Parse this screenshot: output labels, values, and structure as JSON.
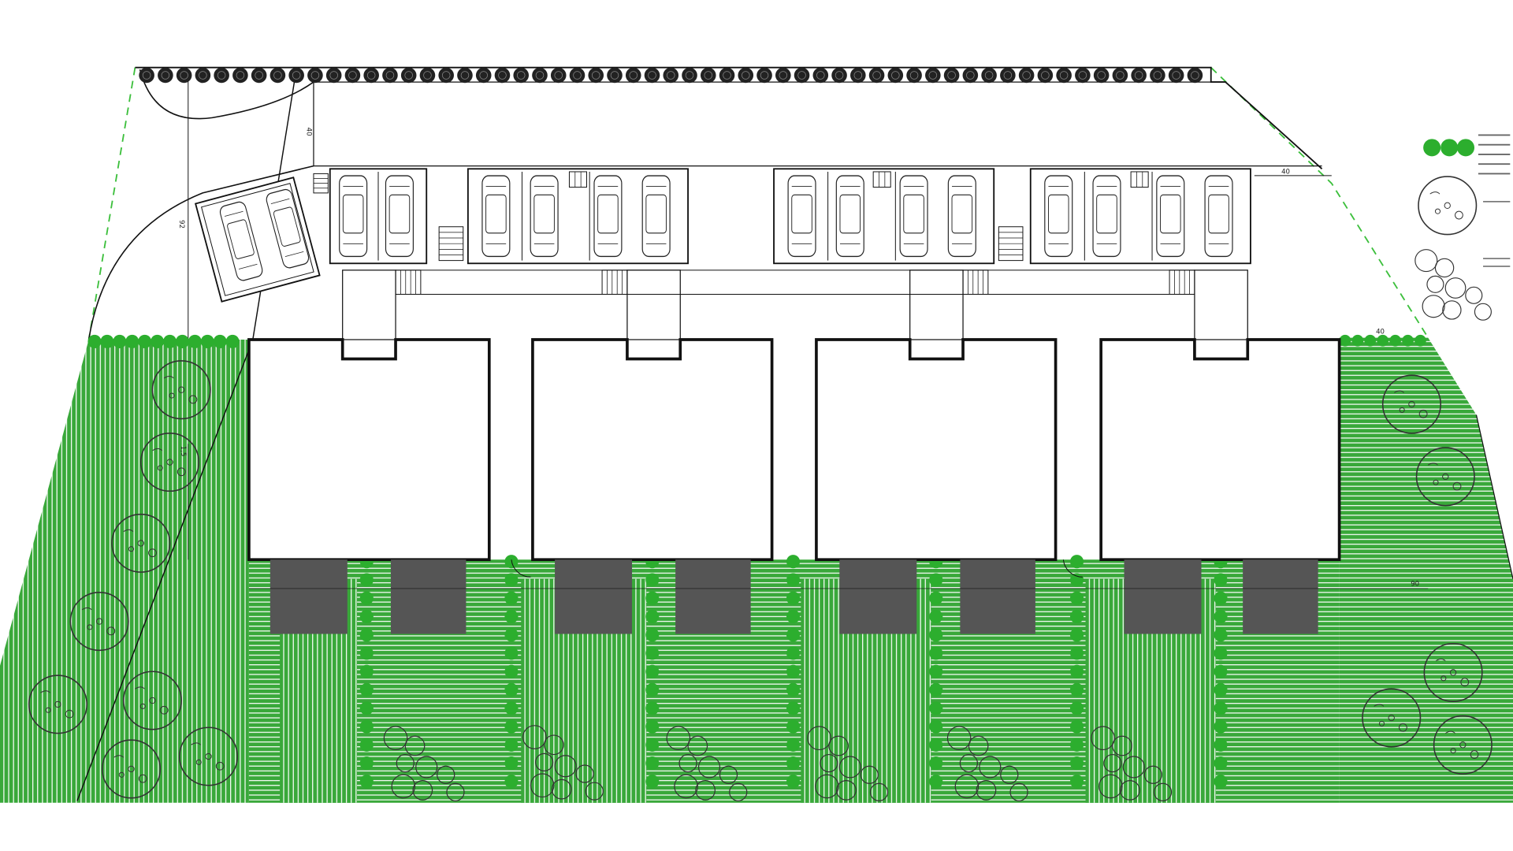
{
  "plan": {
    "colors": {
      "lawn": "#39a83a",
      "lawn_hatch": "#ffffff",
      "hedge": "#2cae2e",
      "hedge_dark": "#1f8f22",
      "tree_outline": "#333333",
      "terrace": "#555555",
      "wall": "#111111",
      "boundary_dash": "#3cbf3c"
    },
    "dimensions": {
      "top_short": "40",
      "side_vertical": "92",
      "middle_vertical": "1,5",
      "right_top": "40",
      "right_small": "40",
      "bottom_right": "90"
    },
    "legend": {
      "hedge_text": "",
      "tree_text": "",
      "shrub_text": ""
    },
    "icons": {
      "car": "car-icon",
      "tree": "tree-icon",
      "shrub": "shrub-icon",
      "hedge": "hedge-icon",
      "stairs": "stairs-icon"
    }
  }
}
